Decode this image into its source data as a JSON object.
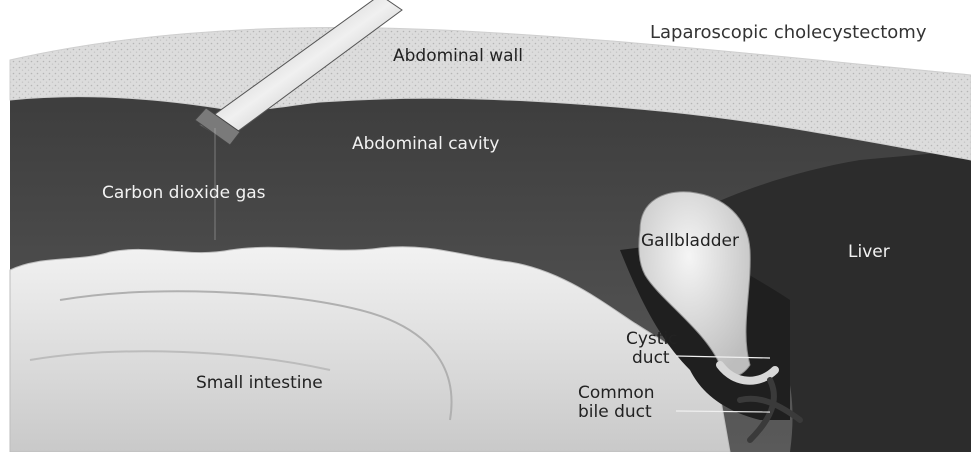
{
  "title": "Laparoscopic cholecystectomy",
  "labels": {
    "abdominal_wall": "Abdominal wall",
    "abdominal_cavity": "Abdominal cavity",
    "carbon_dioxide_gas": "Carbon dioxide gas",
    "gallbladder": "Gallbladder",
    "liver": "Liver",
    "cystic_duct_line1": "Cystic",
    "cystic_duct_line2": "duct",
    "common_bile_duct_line1": "Common",
    "common_bile_duct_line2": "bile duct",
    "small_intestine": "Small intestine"
  },
  "colors": {
    "background": "#ffffff",
    "abdominal_wall": "#d9d9d9",
    "cavity": "#4a4a4a",
    "liver": "#2e2e2e",
    "intestine": "#e4e4e4",
    "gallbladder": "#e8e8e8"
  }
}
